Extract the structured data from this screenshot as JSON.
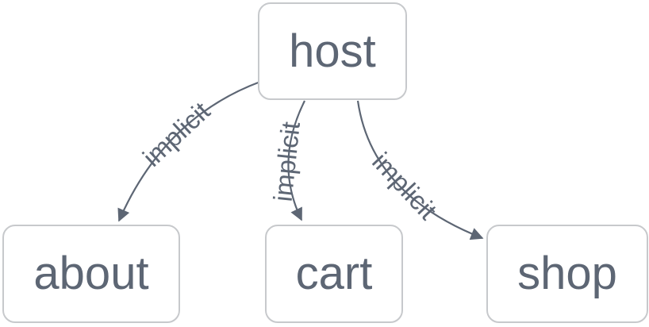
{
  "diagram": {
    "type": "dependency-graph",
    "colors": {
      "node-border": "#c7c9cc",
      "node-text": "#5d6674",
      "edge": "#5d6674",
      "background": "#ffffff"
    },
    "nodes": [
      {
        "id": "host",
        "label": "host"
      },
      {
        "id": "about",
        "label": "about"
      },
      {
        "id": "cart",
        "label": "cart"
      },
      {
        "id": "shop",
        "label": "shop"
      }
    ],
    "edges": [
      {
        "from": "host",
        "to": "about",
        "label": "implicit"
      },
      {
        "from": "host",
        "to": "cart",
        "label": "implicit"
      },
      {
        "from": "host",
        "to": "shop",
        "label": "implicit"
      }
    ]
  }
}
